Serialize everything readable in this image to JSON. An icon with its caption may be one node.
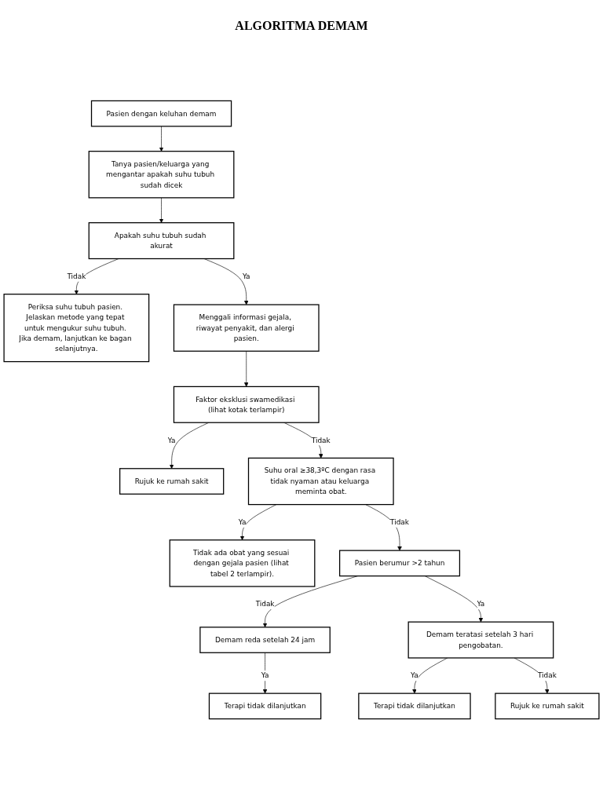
{
  "diagram": {
    "title": "ALGORITMA DEMAM",
    "nodes": [
      {
        "text": [
          "Pasien dengan keluhan demam"
        ]
      },
      {
        "text": [
          "Tanya pasien/keluarga yang mengantar apakah suhu tubuh sudah dicek"
        ]
      },
      {
        "text": [
          "Apakah suhu tubuh sudah akurat"
        ]
      },
      {
        "text": [
          "Periksa suhu tubuh pasien. Jelaskan metode yang tepat untuk mengukur suhu tubuh. Jika demam, lanjutkan ke bagan selanjutnya."
        ]
      },
      {
        "text": [
          "Menggali informasi gejala, riwayat penyakit, dan alergi pasien."
        ]
      },
      {
        "text": [
          "Faktor eksklusi swamedikasi (lihat kotak terlampir)"
        ]
      },
      {
        "text": [
          "Rujuk ke rumah sakit"
        ]
      },
      {
        "text": [
          "Suhu oral ≥38,3ºC dengan rasa tidak nyaman atau keluarga meminta obat."
        ]
      },
      {
        "text": [
          "Tidak ada obat yang sesuai dengan gejala pasien (lihat tabel 2 terlampir)."
        ]
      },
      {
        "text": [
          "Pasien berumur >2 tahun"
        ]
      },
      {
        "text": [
          "Demam reda setelah 24 jam"
        ]
      },
      {
        "text": [
          "Demam teratasi setelah 3 hari pengobatan."
        ]
      },
      {
        "text": [
          "Terapi tidak dilanjutkan"
        ]
      },
      {
        "text": [
          "Terapi tidak dilanjutkan"
        ]
      },
      {
        "text": [
          "Rujuk ke rumah sakit"
        ]
      }
    ],
    "edges": [
      {
        "from": 0,
        "to": 1,
        "arrow": "to"
      },
      {
        "from": 1,
        "to": 2,
        "arrow": "to"
      },
      {
        "from": 2,
        "to": 3,
        "arrow": "to",
        "label": "Tidak"
      },
      {
        "from": 2,
        "to": 4,
        "arrow": "to",
        "label": "Ya"
      },
      {
        "from": 4,
        "to": 5,
        "arrow": "to"
      },
      {
        "from": 5,
        "to": 6,
        "arrow": "to",
        "label": "Ya"
      },
      {
        "from": 5,
        "to": 7,
        "arrow": "to",
        "label": "Tidak"
      },
      {
        "from": 7,
        "to": 8,
        "arrow": "to",
        "label": "Ya"
      },
      {
        "from": 7,
        "to": 9,
        "arrow": "to",
        "label": "Tidak"
      },
      {
        "from": 9,
        "to": 10,
        "arrow": "to",
        "label": "Tidak"
      },
      {
        "from": 9,
        "to": 11,
        "arrow": "to",
        "label": "Ya"
      },
      {
        "from": 10,
        "to": 12,
        "arrow": "to",
        "label": "Ya"
      },
      {
        "from": 11,
        "to": 13,
        "arrow": "to",
        "label": "Ya"
      },
      {
        "from": 11,
        "to": 14,
        "arrow": "to",
        "label": "Tidak"
      }
    ]
  }
}
